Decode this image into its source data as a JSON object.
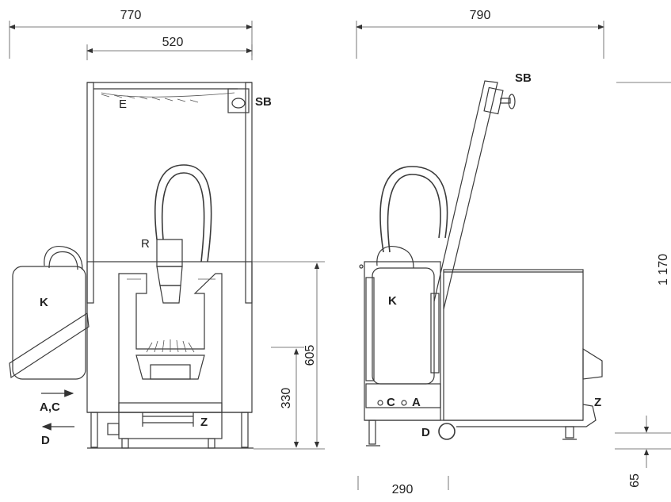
{
  "dimensions": {
    "front_width": "770",
    "inner_width": "520",
    "side_depth": "790",
    "height_total": "1 170",
    "height_605": "605",
    "height_330": "330",
    "bottom_290": "290",
    "foot_65": "65"
  },
  "labels": {
    "sb_front": "SB",
    "sb_side": "SB",
    "e": "E",
    "r": "R",
    "k_front": "K",
    "k_side": "K",
    "ac": "A,C",
    "d_front": "D",
    "z_front": "Z",
    "c_side": "C",
    "a_side": "A",
    "d_side": "D",
    "z_side": "Z"
  }
}
